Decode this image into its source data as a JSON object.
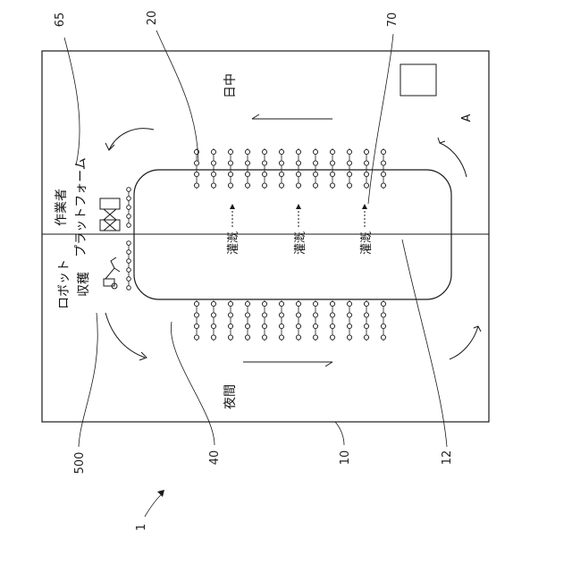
{
  "labels": {
    "daytime": "日中",
    "night": "夜間",
    "work_platform_line1": "作業者",
    "work_platform_line2": "プラットフォーム",
    "robot_storage_line1": "ロボット",
    "robot_storage_line2": "収穫",
    "irrigation": "灌漑",
    "region_a": "A"
  },
  "refs": {
    "r65": "65",
    "r20": "20",
    "r70": "70",
    "r500": "500",
    "r40": "40",
    "r10": "10",
    "r12": "12",
    "r1": "1"
  },
  "plant_rows": {
    "top_rows": 12,
    "bottom_rows": 12,
    "plants_per_row": 4
  }
}
